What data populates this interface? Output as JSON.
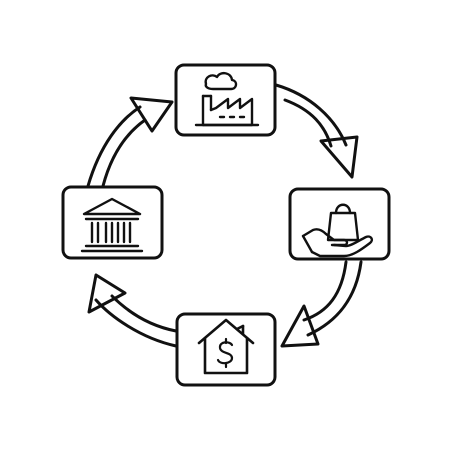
{
  "diagram": {
    "kind": "cycle",
    "colors": {
      "ink": "#111111",
      "background": "#ffffff"
    },
    "nodes": [
      {
        "id": "factory",
        "icon": "factory-icon"
      },
      {
        "id": "shopping",
        "icon": "shopping-bag-hand-icon"
      },
      {
        "id": "home",
        "icon": "house-dollar-icon"
      },
      {
        "id": "bank",
        "icon": "bank-building-icon"
      }
    ],
    "flow": [
      {
        "from": "factory",
        "to": "shopping"
      },
      {
        "from": "shopping",
        "to": "home"
      },
      {
        "from": "home",
        "to": "bank"
      },
      {
        "from": "bank",
        "to": "factory"
      }
    ],
    "direction": "clockwise"
  }
}
